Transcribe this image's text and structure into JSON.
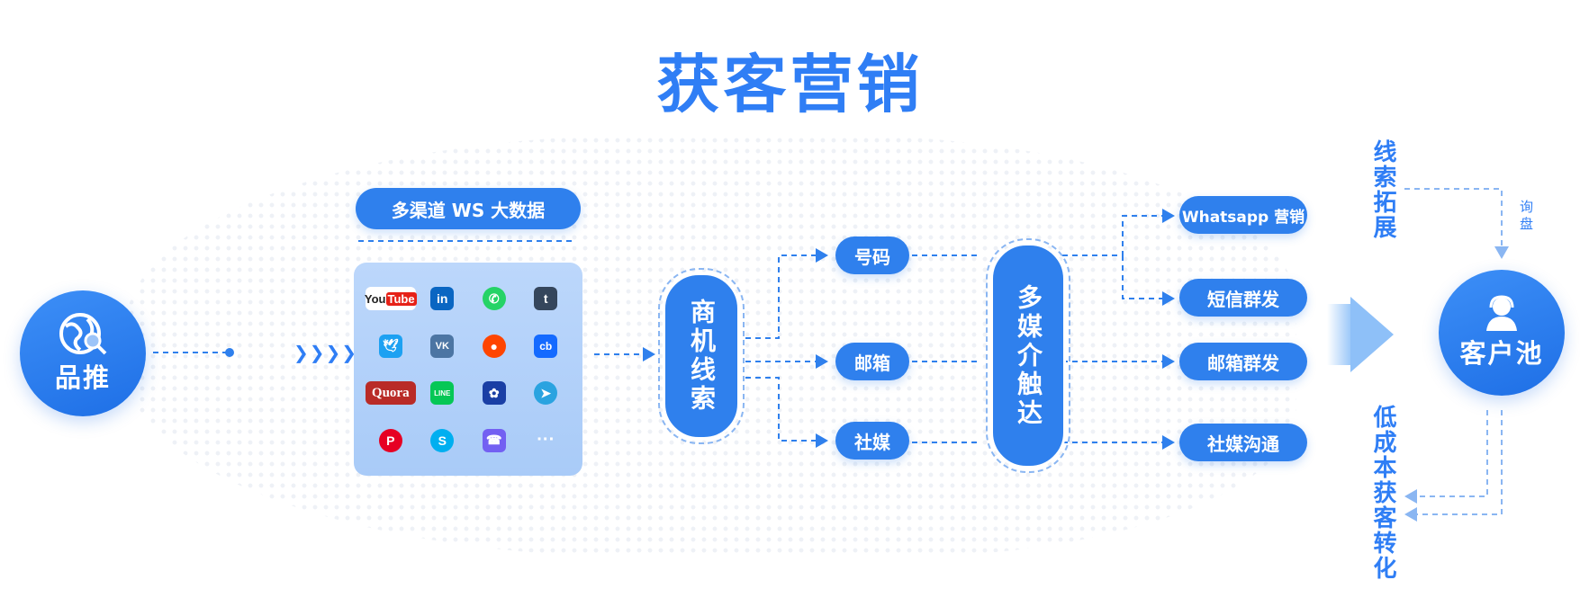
{
  "title": "获客营销",
  "start_node": "品推",
  "channel_header": "多渠道 WS 大数据",
  "channel_icons": [
    "YouTube",
    "in",
    "whatsapp",
    "t",
    "twitter",
    "VK",
    "reddit",
    "cb",
    "Quora",
    "LINE",
    "foursquare",
    "telegram",
    "pinterest",
    "S",
    "viber",
    "···"
  ],
  "leads_node": "商机线索",
  "lead_types": [
    "号码",
    "邮箱",
    "社媒"
  ],
  "media_node": "多媒介触达",
  "channels": [
    "Whatsapp 营销",
    "短信群发",
    "邮箱群发",
    "社媒沟通"
  ],
  "expand_label": "线索拓展",
  "inquiry_label": "询盘",
  "pool_node": "客户池",
  "convert_label": "低成本获客转化",
  "colors": {
    "primary": "#2f80ed",
    "title": "#2f7ef5"
  }
}
